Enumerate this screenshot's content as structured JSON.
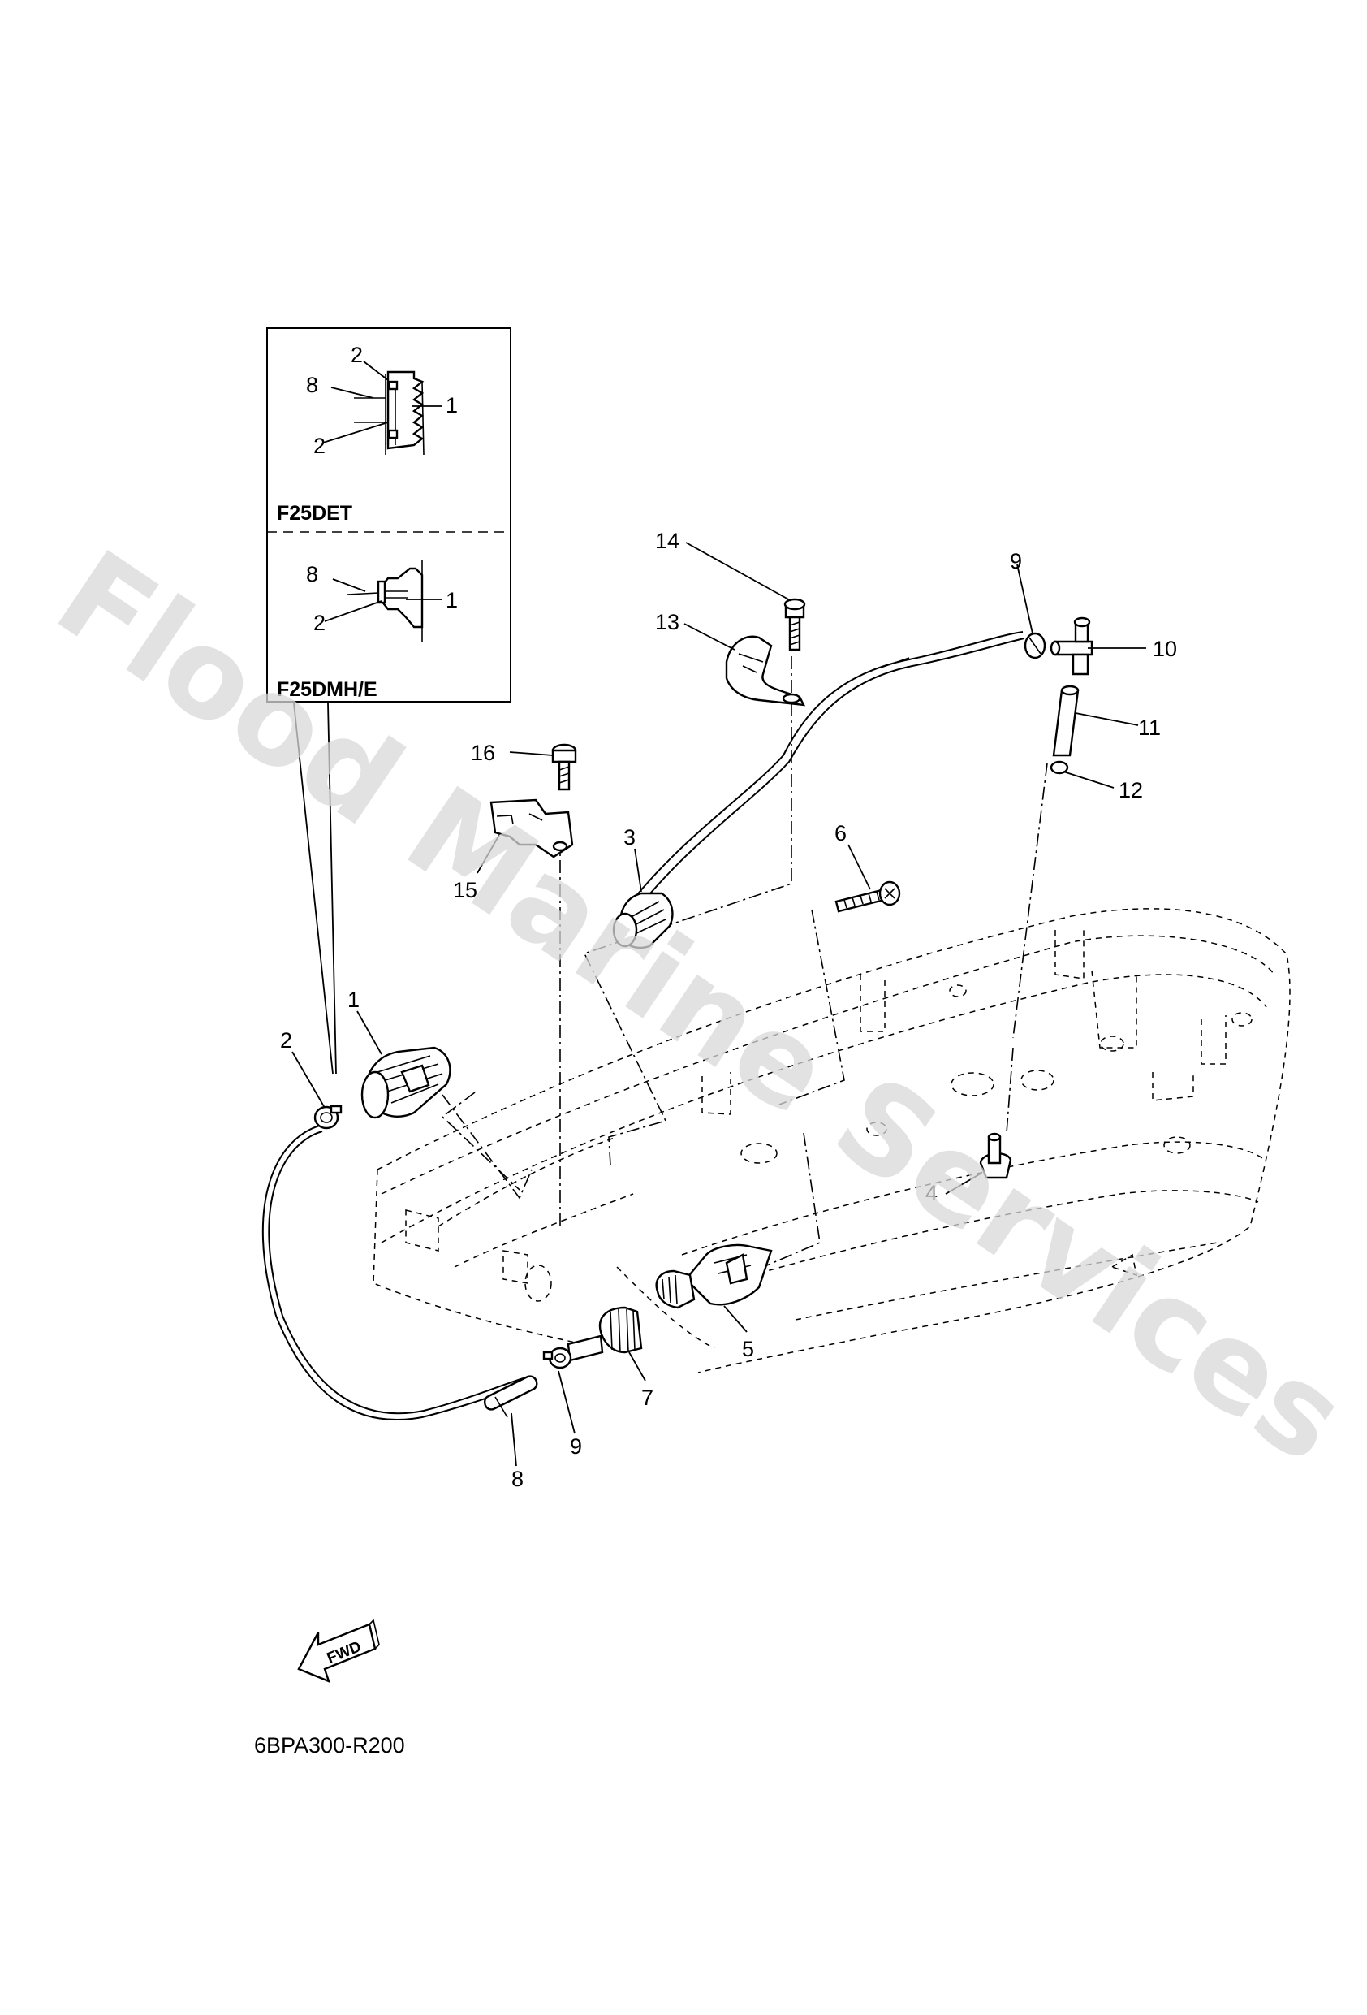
{
  "watermark": "Flood Marine Services",
  "inset": {
    "top_model": "F25DET",
    "bottom_model": "F25DMH/E"
  },
  "callouts": {
    "p1": "1",
    "p2": "2",
    "p3": "3",
    "p4": "4",
    "p5": "5",
    "p6": "6",
    "p7": "7",
    "p8": "8",
    "p9": "9",
    "p10": "10",
    "p11": "11",
    "p12": "12",
    "p13": "13",
    "p14": "14",
    "p15": "15",
    "p16": "16"
  },
  "fwd_label": "FWD",
  "diagram_code": "6BPA300-R200",
  "icons": [
    "fwd-arrow-icon"
  ]
}
